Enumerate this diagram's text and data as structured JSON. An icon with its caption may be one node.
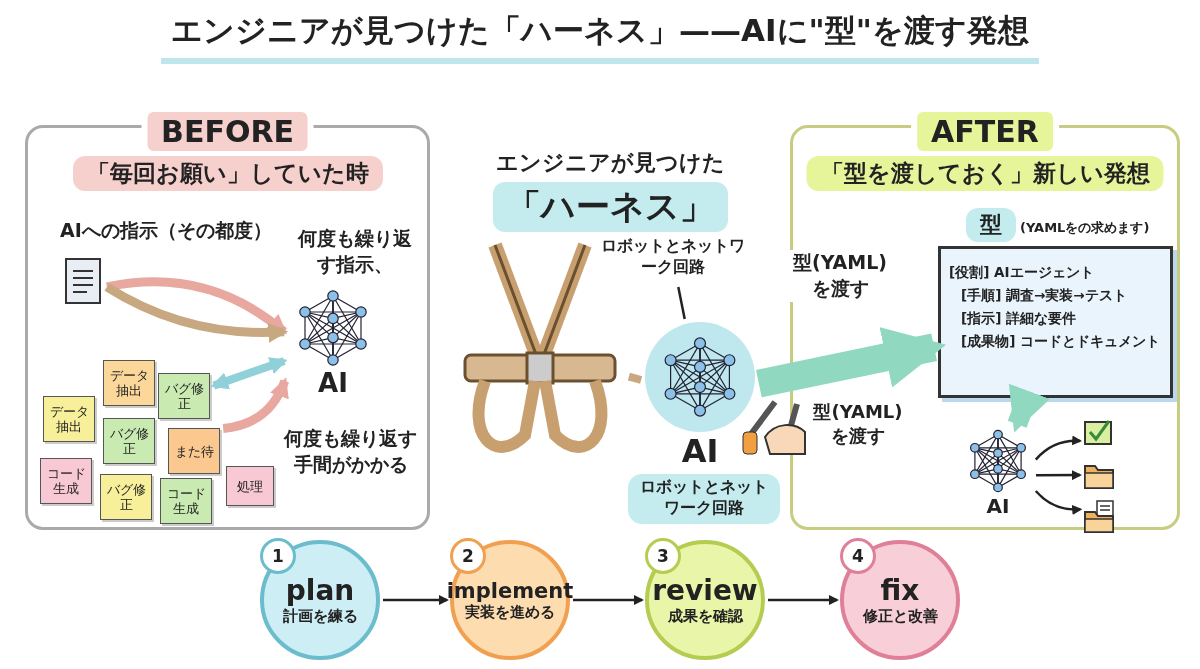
{
  "diagram": {
    "title": "エンジニアが見つけた「ハーネス」——AIに\"型\"を渡す発想",
    "nodes": [
      {
        "text": [
          "BEFORE",
          "「毎回お願い」していた時"
        ]
      },
      {
        "text": [],
        "shape": "picture",
        "in": 0
      },
      {
        "text": [
          "AI"
        ],
        "in": 0
      },
      {
        "text": [
          "データ抽出"
        ],
        "in": 0
      },
      {
        "text": [
          "データ抽出"
        ],
        "in": 0
      },
      {
        "text": [
          "バグ修正"
        ],
        "in": 0
      },
      {
        "text": [
          "バグ修正"
        ],
        "in": 0
      },
      {
        "text": [
          "また待"
        ],
        "in": 0
      },
      {
        "text": [
          "処理"
        ],
        "in": 0
      },
      {
        "text": [
          "コード生成"
        ],
        "in": 0
      },
      {
        "text": [
          "バグ修正"
        ],
        "in": 0
      },
      {
        "text": [
          "コード生成"
        ],
        "in": 0
      },
      {
        "text": [
          "エンジニアが見つけた",
          "「ハーネス」"
        ]
      },
      {
        "text": [],
        "shape": "picture"
      },
      {
        "text": [
          "AI"
        ]
      },
      {
        "text": [
          "ロボットとネットワーク回路"
        ]
      },
      {
        "text": [
          "ロボットとネットワーク回路"
        ]
      },
      {
        "text": [],
        "shape": "picture",
        "beside": [
          "型(YAML)を渡す"
        ]
      },
      {
        "text": [
          "AFTER",
          "「型を渡しておく」新しい発想"
        ]
      },
      {
        "text": [
          "[役割] AIエージェント",
          "[手順] 調査→実装→テスト",
          "[指示] 詳細な要件",
          "[成果物] コードとドキュメント"
        ],
        "beside": [
          "型",
          "(YAMLをの求めます)"
        ],
        "in": 18
      },
      {
        "text": [
          "AI"
        ],
        "in": 18
      },
      {
        "text": [],
        "shape": "picture",
        "in": 18
      },
      {
        "text": [],
        "shape": "picture",
        "in": 18
      },
      {
        "text": [],
        "shape": "picture",
        "in": 18
      },
      {
        "text": [
          "1",
          "plan",
          "計画を練る"
        ]
      },
      {
        "text": [
          "2",
          "implement",
          "実装を進める"
        ]
      },
      {
        "text": [
          "3",
          "review",
          "成果を確認"
        ]
      },
      {
        "text": [
          "4",
          "fix",
          "修正と改善"
        ]
      }
    ],
    "edges": [
      {
        "from": 1,
        "to": 2,
        "arrow": "to",
        "color": "#e8a8a0",
        "style": "thick"
      },
      {
        "from": 1,
        "to": 2,
        "arrow": "to",
        "color": "#c8a880",
        "style": "thick"
      },
      {
        "from": 5,
        "to": 2,
        "arrow": "both",
        "color": "#90d0d8",
        "style": "thick"
      },
      {
        "from": 7,
        "to": 2,
        "arrow": "to",
        "color": "#e8a8a0",
        "style": "thick"
      },
      {
        "from": 15,
        "to": 14,
        "arrow": "none"
      },
      {
        "from": 13,
        "to": 14,
        "arrow": "none",
        "color": "#c8a880",
        "style": "thick"
      },
      {
        "from": 14,
        "to": 19,
        "arrow": "to",
        "label": "型(YAML)を渡す",
        "color": "#90d8c0",
        "style": "thick"
      },
      {
        "from": 19,
        "to": 20,
        "arrow": "to",
        "color": "#90d8c0",
        "style": "thick"
      },
      {
        "from": 20,
        "to": 21,
        "arrow": "to"
      },
      {
        "from": 20,
        "to": 22,
        "arrow": "to"
      },
      {
        "from": 20,
        "to": 23,
        "arrow": "to"
      },
      {
        "from": 24,
        "to": 25,
        "arrow": "to"
      },
      {
        "from": 25,
        "to": 26,
        "arrow": "to"
      },
      {
        "from": 26,
        "to": 27,
        "arrow": "to"
      }
    ],
    "labels": [
      "AIへの指示（その都度）",
      "何度も繰り返す指示、",
      "何度も繰り返す手間がかかる"
    ]
  }
}
